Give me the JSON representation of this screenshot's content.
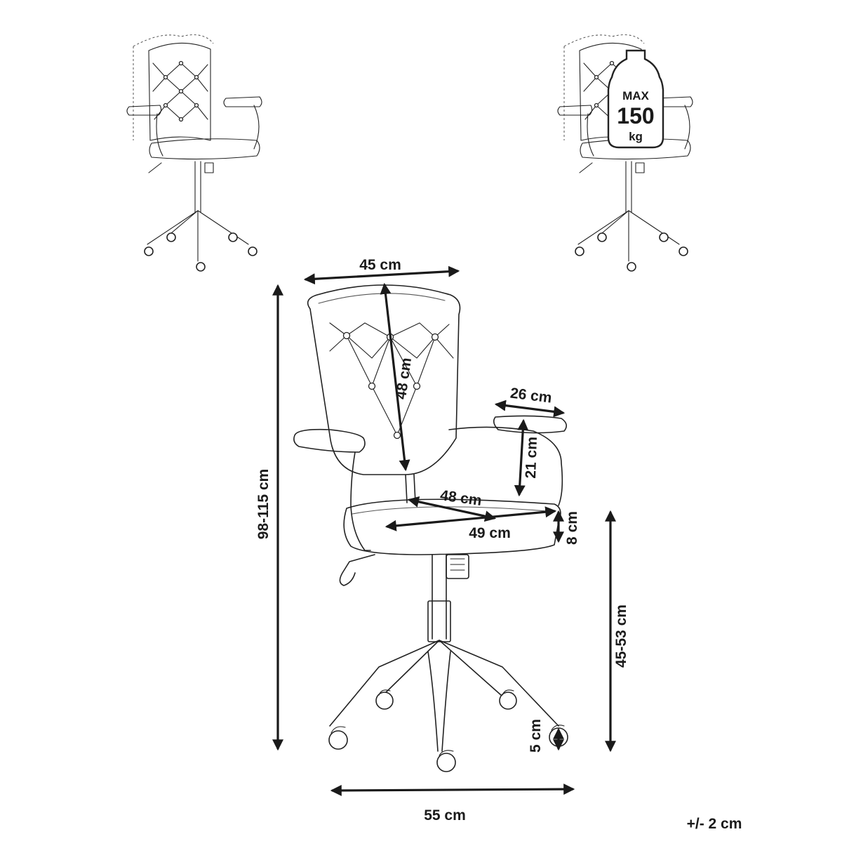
{
  "labels": {
    "backrest_width": "45 cm",
    "backrest_height": "48 cm",
    "armrest_length": "26 cm",
    "armrest_height": "21 cm",
    "seat_depth": "48 cm",
    "seat_width": "49 cm",
    "seat_thickness": "8 cm",
    "total_height": "98-115 cm",
    "seat_height": "45-53 cm",
    "wheel_height": "5 cm",
    "base_width": "55 cm",
    "tolerance": "+/- 2 cm"
  },
  "weight_badge": {
    "line1": "MAX",
    "line2": "150",
    "line3": "kg"
  },
  "colors": {
    "stroke": "#222222",
    "background": "#ffffff"
  }
}
